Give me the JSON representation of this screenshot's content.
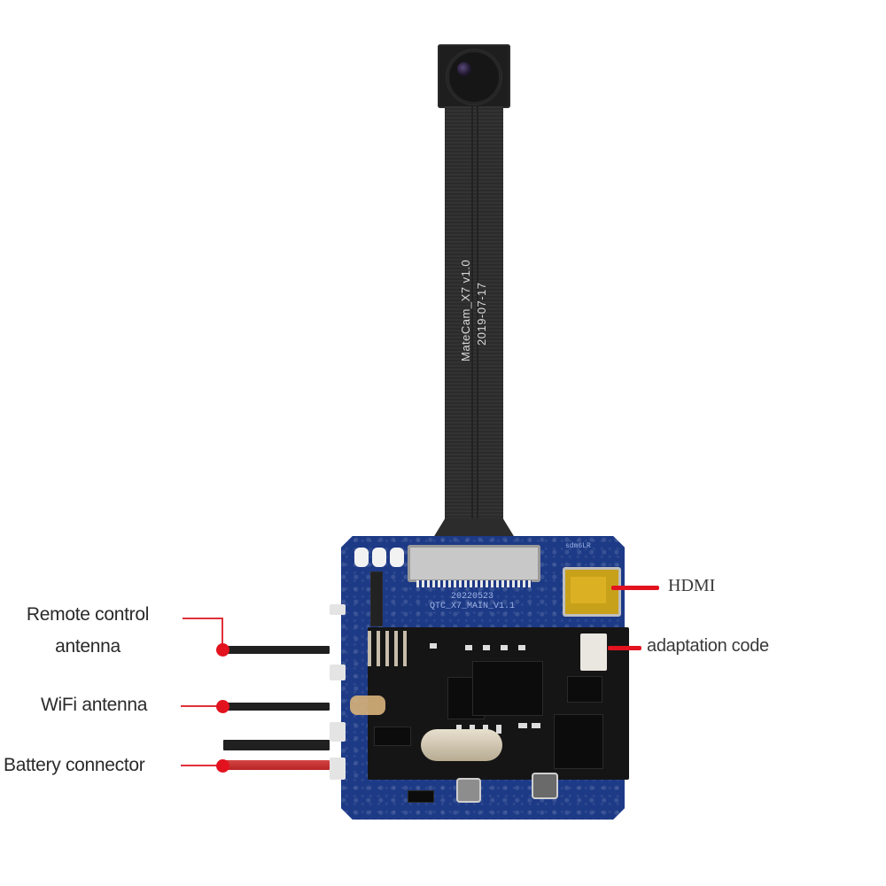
{
  "camera": {
    "ribbon_text": [
      "MateCam_X7  v1.0",
      "2019-07-17"
    ],
    "board_silk": [
      "20220523",
      "QTC_X7_MAIN_V1.1"
    ],
    "board_silk_corner": "sdm6LR"
  },
  "callouts": {
    "left": [
      {
        "label_lines": [
          "Remote control",
          "antenna"
        ],
        "wire_color": "black"
      },
      {
        "label_lines": [
          "WiFi antenna"
        ],
        "wire_color": "black"
      },
      {
        "label_lines": [
          "Battery connector"
        ],
        "wire_color": "red"
      }
    ],
    "right": [
      {
        "label": "HDMI"
      },
      {
        "label": "adaptation code"
      }
    ]
  },
  "colors": {
    "pcb_blue": "#1d3a86",
    "leader_red": "#e2131f",
    "wire_black": "#202020",
    "wire_red": "#c42d2d",
    "hdmi_gold": "#c8a11a",
    "text": "#2a2a2a"
  }
}
